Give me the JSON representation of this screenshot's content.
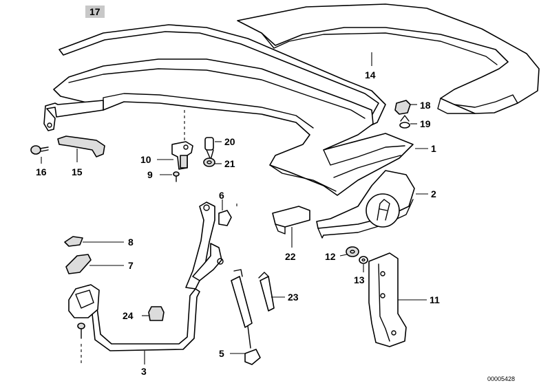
{
  "callouts": {
    "c1": "1",
    "c2": "2",
    "c3": "3",
    "c5": "5",
    "c6": "6",
    "c7": "7",
    "c8": "8",
    "c9": "9",
    "c10": "10",
    "c11": "11",
    "c12": "12",
    "c13": "13",
    "c14": "14",
    "c15": "15",
    "c16": "16",
    "c17": "17",
    "c18": "18",
    "c19": "19",
    "c20": "20",
    "c21": "21",
    "c22": "22",
    "c23": "23",
    "c24": "24"
  },
  "drawing_code": "00005428",
  "colors": {
    "line": "#000000",
    "background": "#ffffff",
    "highlight_box": "#c8c8c8"
  }
}
